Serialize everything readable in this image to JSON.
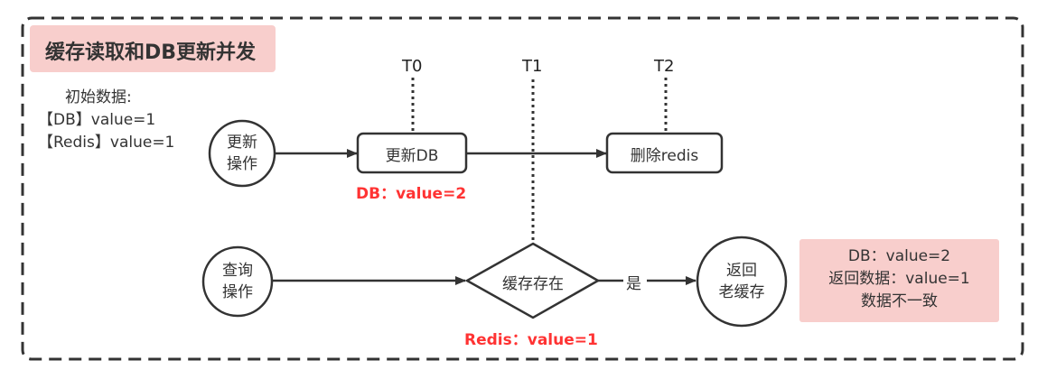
{
  "title": "缓存读取和DB更新并发",
  "initial_data": {
    "heading": "初始数据:",
    "lines": [
      "【DB】value=1",
      "【Redis】value=1"
    ]
  },
  "time_markers": [
    "T0",
    "T1",
    "T2"
  ],
  "update_flow": {
    "start": [
      "更新",
      "操作"
    ],
    "step1": "更新DB",
    "step1_annotation": "DB：value=2",
    "step2": "删除redis"
  },
  "query_flow": {
    "start": [
      "查询",
      "操作"
    ],
    "decision": "缓存存在",
    "decision_annotation": "Redis：value=1",
    "edge_label": "是",
    "end": [
      "返回",
      "老缓存"
    ]
  },
  "result_note": [
    "DB：value=2",
    "返回数据：value=1",
    "数据不一致"
  ],
  "colors": {
    "title_bg": "#f8cecc",
    "annotation_red": "#ff3333",
    "stroke": "#333333"
  }
}
